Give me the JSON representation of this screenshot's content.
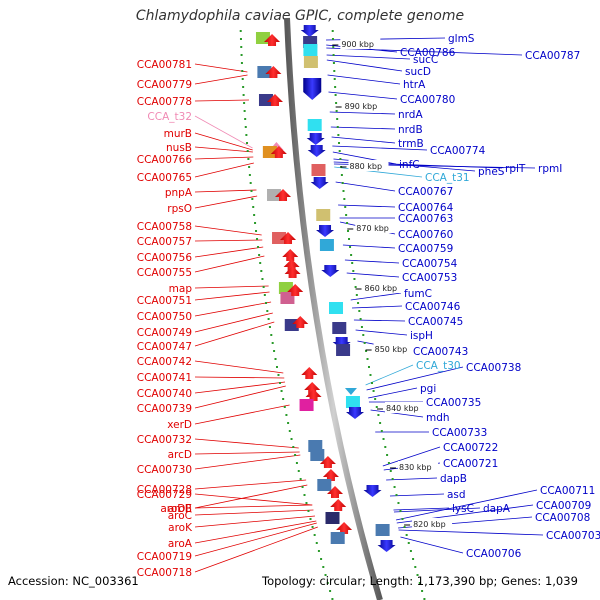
{
  "title": "Chlamydophila caviae GPIC, complete genome",
  "footer": {
    "accession": "Accession: NC_003361",
    "topology": "Topology: circular; Length: 1,173,390 bp; Genes: 1,039"
  },
  "colors": {
    "backbone": "#8a8a8a",
    "left_label": "#e00000",
    "right_label": "#0000c8",
    "trna_left": "#f08ab4",
    "trna_right": "#30a8d8",
    "ruler_tick": "#2a9a2a"
  },
  "kbp_marks": [
    "900 kbp",
    "890 kbp",
    "880 kbp",
    "870 kbp",
    "860 kbp",
    "850 kbp",
    "840 kbp",
    "830 kbp",
    "820 kbp"
  ],
  "left_labels": [
    {
      "text": "CCA00781",
      "kind": "gene"
    },
    {
      "text": "CCA00779",
      "kind": "gene"
    },
    {
      "text": "CCA00778",
      "kind": "gene"
    },
    {
      "text": "CCA_t32",
      "kind": "trna"
    },
    {
      "text": "murB",
      "kind": "gene"
    },
    {
      "text": "nusB",
      "kind": "gene"
    },
    {
      "text": "CCA00766",
      "kind": "gene"
    },
    {
      "text": "CCA00765",
      "kind": "gene"
    },
    {
      "text": "pnpA",
      "kind": "gene"
    },
    {
      "text": "rpsO",
      "kind": "gene"
    },
    {
      "text": "CCA00758",
      "kind": "gene"
    },
    {
      "text": "CCA00757",
      "kind": "gene"
    },
    {
      "text": "CCA00756",
      "kind": "gene"
    },
    {
      "text": "CCA00755",
      "kind": "gene"
    },
    {
      "text": "map",
      "kind": "gene"
    },
    {
      "text": "CCA00751",
      "kind": "gene"
    },
    {
      "text": "CCA00750",
      "kind": "gene"
    },
    {
      "text": "CCA00749",
      "kind": "gene"
    },
    {
      "text": "CCA00747",
      "kind": "gene"
    },
    {
      "text": "CCA00742",
      "kind": "gene"
    },
    {
      "text": "CCA00741",
      "kind": "gene"
    },
    {
      "text": "CCA00740",
      "kind": "gene"
    },
    {
      "text": "CCA00739",
      "kind": "gene"
    },
    {
      "text": "xerD",
      "kind": "gene"
    },
    {
      "text": "CCA00732",
      "kind": "gene"
    },
    {
      "text": "arcD",
      "kind": "gene"
    },
    {
      "text": "CCA00730",
      "kind": "gene"
    },
    {
      "text": "CCA00729",
      "kind": "gene"
    },
    {
      "text": "CCA00728",
      "kind": "gene"
    },
    {
      "text": "aroDE",
      "kind": "gene"
    },
    {
      "text": "aroB",
      "kind": "gene"
    },
    {
      "text": "aroC",
      "kind": "gene"
    },
    {
      "text": "aroK",
      "kind": "gene"
    },
    {
      "text": "aroA",
      "kind": "gene"
    },
    {
      "text": "CCA00719",
      "kind": "gene"
    },
    {
      "text": "CCA00718",
      "kind": "gene"
    }
  ],
  "right_labels": [
    {
      "text": "glmS",
      "kind": "gene"
    },
    {
      "text": "CCA00786",
      "kind": "gene"
    },
    {
      "text": "CCA00787",
      "kind": "gene"
    },
    {
      "text": "sucC",
      "kind": "gene"
    },
    {
      "text": "sucD",
      "kind": "gene"
    },
    {
      "text": "htrA",
      "kind": "gene"
    },
    {
      "text": "CCA00780",
      "kind": "gene"
    },
    {
      "text": "nrdA",
      "kind": "gene"
    },
    {
      "text": "nrdB",
      "kind": "gene"
    },
    {
      "text": "trmB",
      "kind": "gene"
    },
    {
      "text": "CCA00774",
      "kind": "gene"
    },
    {
      "text": "infC",
      "kind": "gene"
    },
    {
      "text": "pheS",
      "kind": "gene"
    },
    {
      "text": "rplT",
      "kind": "gene"
    },
    {
      "text": "rpmI",
      "kind": "gene"
    },
    {
      "text": "CCA_t31",
      "kind": "trna"
    },
    {
      "text": "CCA00767",
      "kind": "gene"
    },
    {
      "text": "CCA00764",
      "kind": "gene"
    },
    {
      "text": "CCA00763",
      "kind": "gene"
    },
    {
      "text": "CCA00760",
      "kind": "gene"
    },
    {
      "text": "CCA00759",
      "kind": "gene"
    },
    {
      "text": "CCA00754",
      "kind": "gene"
    },
    {
      "text": "CCA00753",
      "kind": "gene"
    },
    {
      "text": "fumC",
      "kind": "gene"
    },
    {
      "text": "CCA00746",
      "kind": "gene"
    },
    {
      "text": "CCA00745",
      "kind": "gene"
    },
    {
      "text": "ispH",
      "kind": "gene"
    },
    {
      "text": "CCA00743",
      "kind": "gene"
    },
    {
      "text": "CCA_t30",
      "kind": "trna"
    },
    {
      "text": "CCA00738",
      "kind": "gene"
    },
    {
      "text": "pgi",
      "kind": "gene"
    },
    {
      "text": "CCA00735",
      "kind": "gene"
    },
    {
      "text": "mdh",
      "kind": "gene"
    },
    {
      "text": "CCA00733",
      "kind": "gene"
    },
    {
      "text": "CCA00722",
      "kind": "gene"
    },
    {
      "text": "CCA00721",
      "kind": "gene"
    },
    {
      "text": "dapB",
      "kind": "gene"
    },
    {
      "text": "asd",
      "kind": "gene"
    },
    {
      "text": "lysC",
      "kind": "gene"
    },
    {
      "text": "dapA",
      "kind": "gene"
    },
    {
      "text": "CCA00711",
      "kind": "gene"
    },
    {
      "text": "CCA00709",
      "kind": "gene"
    },
    {
      "text": "CCA00708",
      "kind": "gene"
    },
    {
      "text": "CCA00703",
      "kind": "gene"
    },
    {
      "text": "CCA00706",
      "kind": "gene"
    }
  ]
}
